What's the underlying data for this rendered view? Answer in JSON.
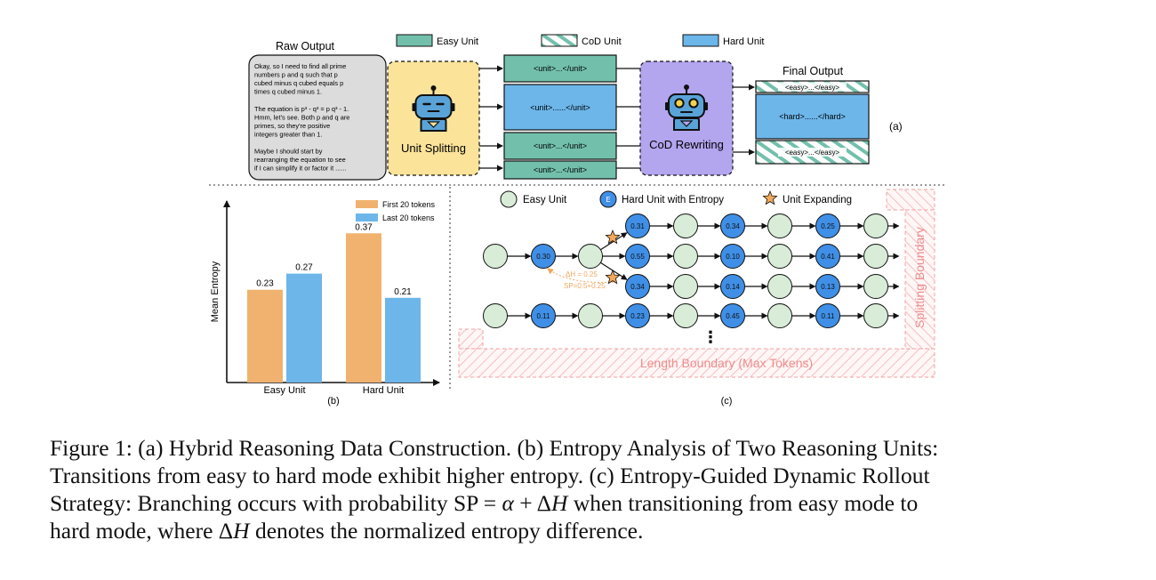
{
  "legend_top": {
    "easy": "Easy Unit",
    "cod": "CoD Unit",
    "hard": "Hard Unit"
  },
  "raw_output": {
    "title": "Raw Output",
    "lines": [
      "Okay, so I need to find all prime",
      "numbers p and q such that p",
      "cubed minus q cubed equals p",
      "times q cubed minus 1.",
      "",
      "The equation is p³ - q³ = p q³ - 1.",
      "Hmm, let's see. Both p and q are",
      " primes, so they're positive",
      "integers greater than 1.",
      "",
      "Maybe I should start by",
      "rearranging the equation to see",
      "if I can simplify it or factor it ......"
    ]
  },
  "unit_splitting": {
    "label": "Unit Splitting"
  },
  "split_units": [
    {
      "text": "<unit>...</unit>",
      "kind": "easy"
    },
    {
      "text": "<unit>......</unit>",
      "kind": "hard"
    },
    {
      "text": "<unit>...</unit>",
      "kind": "easy"
    },
    {
      "text": "<unit>...</unit>",
      "kind": "easy"
    }
  ],
  "cod_rewriting": {
    "label": "CoD Rewriting"
  },
  "final_output": {
    "title": "Final Output",
    "units": [
      {
        "text": "<easy>...</easy>",
        "kind": "cod"
      },
      {
        "text": "<hard>......</hard>",
        "kind": "hard"
      },
      {
        "text": "<easy>...</easy>",
        "kind": "cod"
      }
    ]
  },
  "panel_labels": {
    "a": "(a)",
    "b": "(b)",
    "c": "(c)"
  },
  "chart_data": {
    "type": "bar",
    "categories": [
      "Easy Unit",
      "Hard Unit"
    ],
    "series": [
      {
        "name": "First 20 tokens",
        "values": [
          0.23,
          0.37
        ],
        "color": "#f0b26e"
      },
      {
        "name": "Last 20 tokens",
        "values": [
          0.27,
          0.21
        ],
        "color": "#6cb6ea"
      }
    ],
    "ylabel": "Mean Entropy",
    "xlabel": "",
    "ylim": [
      0,
      0.45
    ],
    "legend": "top-right",
    "grid": false
  },
  "rollout": {
    "legend": {
      "easy": "Easy Unit",
      "hard": "Hard Unit with Entropy",
      "hard_glyph": "E",
      "expand": "Unit Expanding"
    },
    "rows": [
      [
        "easy",
        "0.30",
        "easy",
        "0.55",
        "easy",
        "0.10",
        "easy",
        "0.41",
        "easy"
      ],
      [
        "easy",
        "0.11",
        "easy",
        "0.23",
        "easy",
        "0.45",
        "easy",
        "0.11",
        "easy"
      ]
    ],
    "branch_up": [
      "0.31",
      "easy",
      "0.34",
      "easy",
      "0.25",
      "easy"
    ],
    "branch_down": [
      "0.34",
      "easy",
      "0.14",
      "easy",
      "0.13",
      "easy"
    ],
    "delta_h": "ΔH = 0.25",
    "sp": "SP=0.5+0.25",
    "ellipsis": "⋮",
    "length_boundary": "Length Boundary (Max Tokens)",
    "splitting_boundary": "Splitting Boundary"
  },
  "caption": {
    "line1": "Figure 1: (a) Hybrid Reasoning Data Construction. (b) Entropy Analysis of Two Reasoning Units:",
    "line2": "Transitions from easy to hard mode exhibit higher entropy. (c) Entropy-Guided Dynamic Rollout",
    "line3a": "Strategy: Branching occurs with probability SP = ",
    "line3b": "α",
    "line3c": " + Δ",
    "line3d": "H",
    "line3e": " when transitioning from easy mode to",
    "line4a": "hard mode, where Δ",
    "line4b": "H",
    "line4c": " denotes the normalized entropy difference."
  },
  "colors": {
    "easy": "#72c0ac",
    "hard": "#6cb6ea",
    "node_easy": "#d8ecd8",
    "node_hard": "#3f8fe6",
    "splitting_box": "#fbe39a",
    "rewriting_box": "#b3a5ee",
    "boundary": "#f0a0a0",
    "star": "#f2a85a"
  }
}
